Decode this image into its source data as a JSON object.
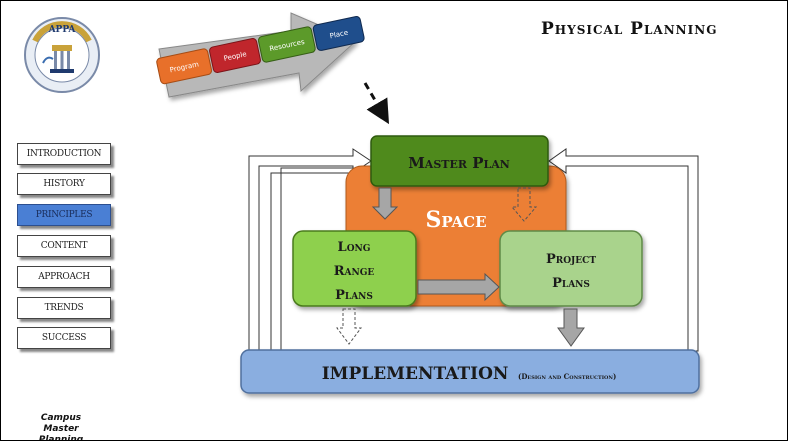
{
  "title": "Physical Planning",
  "nav": {
    "items": [
      {
        "label": "INTRODUCTION"
      },
      {
        "label": "HISTORY"
      },
      {
        "label": "PRINCIPLES"
      },
      {
        "label": "CONTENT"
      },
      {
        "label": "APPROACH"
      },
      {
        "label": "TRENDS"
      },
      {
        "label": "SUCCESS"
      }
    ],
    "active_index": 2
  },
  "footer": {
    "line1": "Campus",
    "line2": "Master Planning"
  },
  "logo": {
    "text": "APPA"
  },
  "process_arrow": {
    "steps": [
      {
        "label": "Program",
        "color": "#e8702a"
      },
      {
        "label": "People",
        "color": "#c0262c"
      },
      {
        "label": "Resources",
        "color": "#5c9a2a"
      },
      {
        "label": "Place",
        "color": "#1f4e8c"
      }
    ]
  },
  "diagram": {
    "space_label": "Space",
    "master_plan_label": "Master Plan",
    "long_range_lines": [
      "Long",
      "Range",
      "Plans"
    ],
    "project_plans_lines": [
      "Project",
      "Plans"
    ],
    "implementation_label": "IMPLEMENTATION",
    "implementation_sub": "(Design and Construction)",
    "colors": {
      "space": "#ec7f34",
      "master": "#4f8a1d",
      "long_range": "#8ed04d",
      "project": "#a9d38c",
      "implementation": "#8aaee0"
    }
  }
}
